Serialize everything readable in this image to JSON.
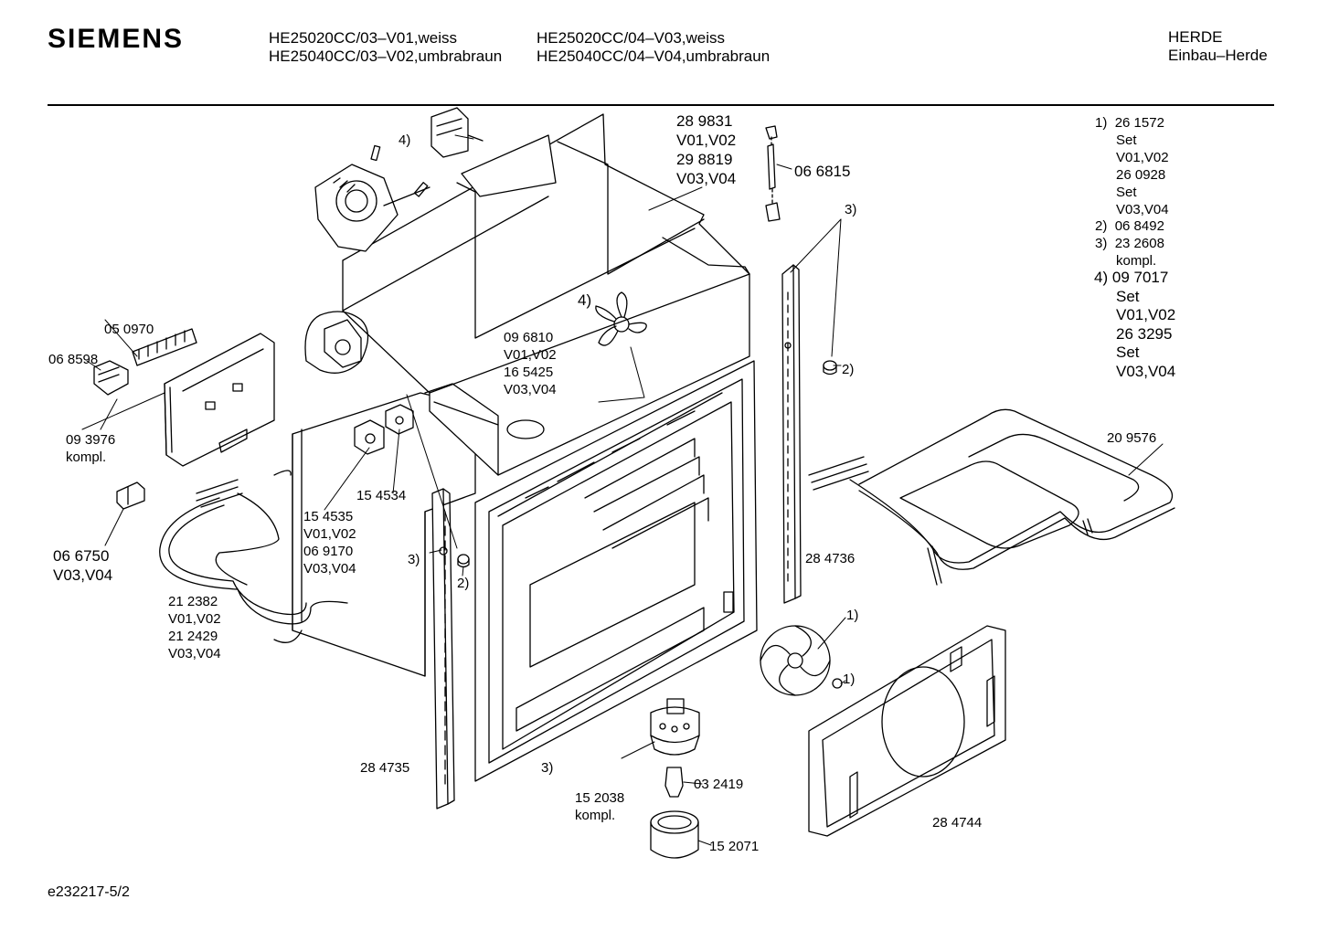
{
  "header": {
    "brand": "SIEMENS",
    "models_left": [
      "HE25020CC/03–V01,weiss",
      "HE25040CC/03–V02,umbrabraun"
    ],
    "models_right": [
      "HE25020CC/04–V03,weiss",
      "HE25040CC/04–V04,umbrabraun"
    ],
    "category": [
      "HERDE",
      "Einbau–Herde"
    ]
  },
  "footnotes": {
    "n1": [
      "1)",
      "26 1572",
      "Set",
      "V01,V02",
      "26 0928",
      "Set",
      "V03,V04"
    ],
    "n2": [
      "2)",
      "06 8492"
    ],
    "n3": [
      "3)",
      "23 2608",
      "kompl."
    ],
    "n4": [
      "4)",
      "09 7017",
      "Set",
      "V01,V02",
      "26 3295",
      "Set",
      "V03,V04"
    ]
  },
  "labels": {
    "l289831": [
      "28 9831",
      "V01,V02",
      "29 8819",
      "V03,V04"
    ],
    "l066815": "06 6815",
    "l4a": "4)",
    "l4b": "4)",
    "l3a": "3)",
    "l2a": "2)",
    "l050970": "05 0970",
    "l068598": "06 8598",
    "l093976": [
      "09 3976",
      "kompl."
    ],
    "l096810": [
      "09 6810",
      "V01,V02",
      "16 5425",
      "V03,V04"
    ],
    "l209576": "20 9576",
    "l066750": [
      "06 6750",
      "V03,V04"
    ],
    "l154534": "15 4534",
    "l154535": [
      "15 4535",
      "V01,V02",
      "06 9170",
      "V03,V04"
    ],
    "l3b": "3)",
    "l2b": "2)",
    "l284736": "28 4736",
    "l212382": [
      "21 2382",
      "V01,V02",
      "21 2429",
      "V03,V04"
    ],
    "l1a": "1)",
    "l1b": "1)",
    "l284735": "28 4735",
    "l3c": "3)",
    "l152038": [
      "15 2038",
      "kompl."
    ],
    "l032419": "03 2419",
    "l152071": "15 2071",
    "l284744": "28 4744"
  },
  "footer": "e232217-5/2"
}
